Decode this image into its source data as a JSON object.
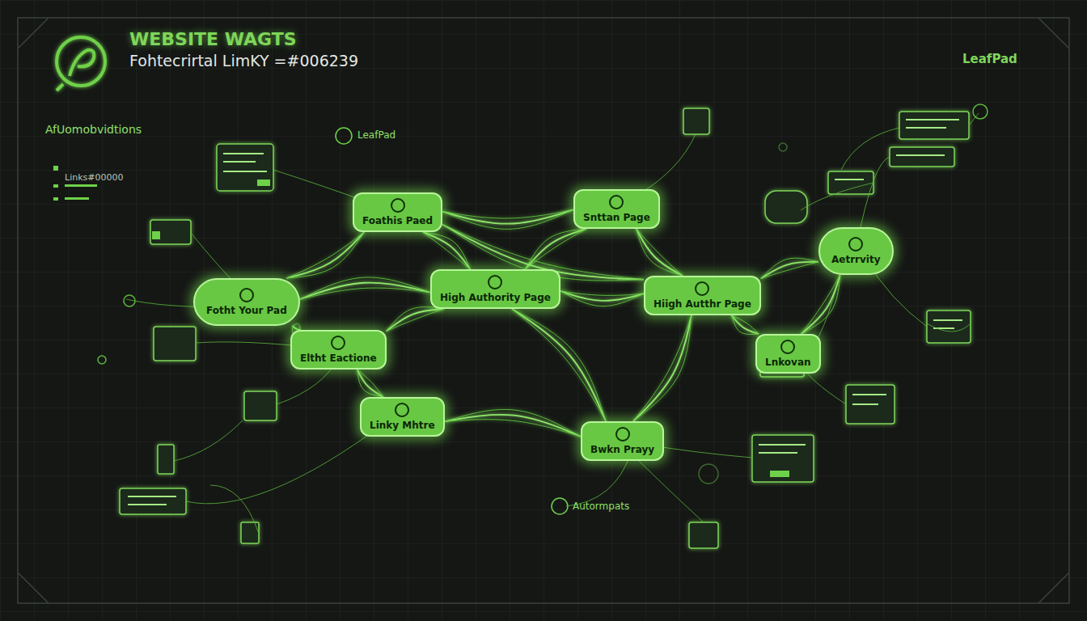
{
  "diagram": {
    "title": "WEBSITE WAGTS",
    "nodes": [
      {
        "text": [
          "Foathis Paed"
        ]
      },
      {
        "text": [
          "High Authority Page"
        ]
      },
      {
        "text": [
          "Hiigh Autthr Page"
        ]
      },
      {
        "text": [
          "Fotht Your Pad"
        ]
      },
      {
        "text": [
          "Eltht Eactione"
        ]
      },
      {
        "text": [
          "Lnkovan"
        ]
      },
      {
        "text": [
          "Aetrrvity"
        ]
      },
      {
        "text": [
          "Snttan Page"
        ]
      },
      {
        "text": [
          "Linky Mhtre"
        ]
      },
      {
        "text": [
          "Bwkn Prayy"
        ]
      }
    ],
    "edges": [
      {
        "from": 3,
        "to": 0,
        "arrow": "none"
      },
      {
        "from": 3,
        "to": 1,
        "arrow": "none"
      },
      {
        "from": 3,
        "to": 4,
        "arrow": "none"
      },
      {
        "from": 0,
        "to": 1,
        "arrow": "none"
      },
      {
        "from": 0,
        "to": 7,
        "arrow": "none"
      },
      {
        "from": 4,
        "to": 1,
        "arrow": "none"
      },
      {
        "from": 4,
        "to": 8,
        "arrow": "none"
      },
      {
        "from": 1,
        "to": 7,
        "arrow": "none"
      },
      {
        "from": 1,
        "to": 2,
        "arrow": "none"
      },
      {
        "from": 1,
        "to": 9,
        "arrow": "none"
      },
      {
        "from": 7,
        "to": 2,
        "arrow": "none"
      },
      {
        "from": 2,
        "to": 6,
        "arrow": "none"
      },
      {
        "from": 2,
        "to": 5,
        "arrow": "none"
      },
      {
        "from": 8,
        "to": 9,
        "arrow": "none"
      },
      {
        "from": 9,
        "to": 2,
        "arrow": "none"
      },
      {
        "from": 6,
        "to": 5,
        "arrow": "none"
      },
      {
        "from": 0,
        "to": 2,
        "arrow": "none"
      }
    ],
    "labels": [
      "Fohtecrirtal LimKY =#006239",
      "LeafPad",
      "AfUomobvidtions",
      "Links#00000",
      "LeafPad",
      "Autormpats"
    ]
  }
}
